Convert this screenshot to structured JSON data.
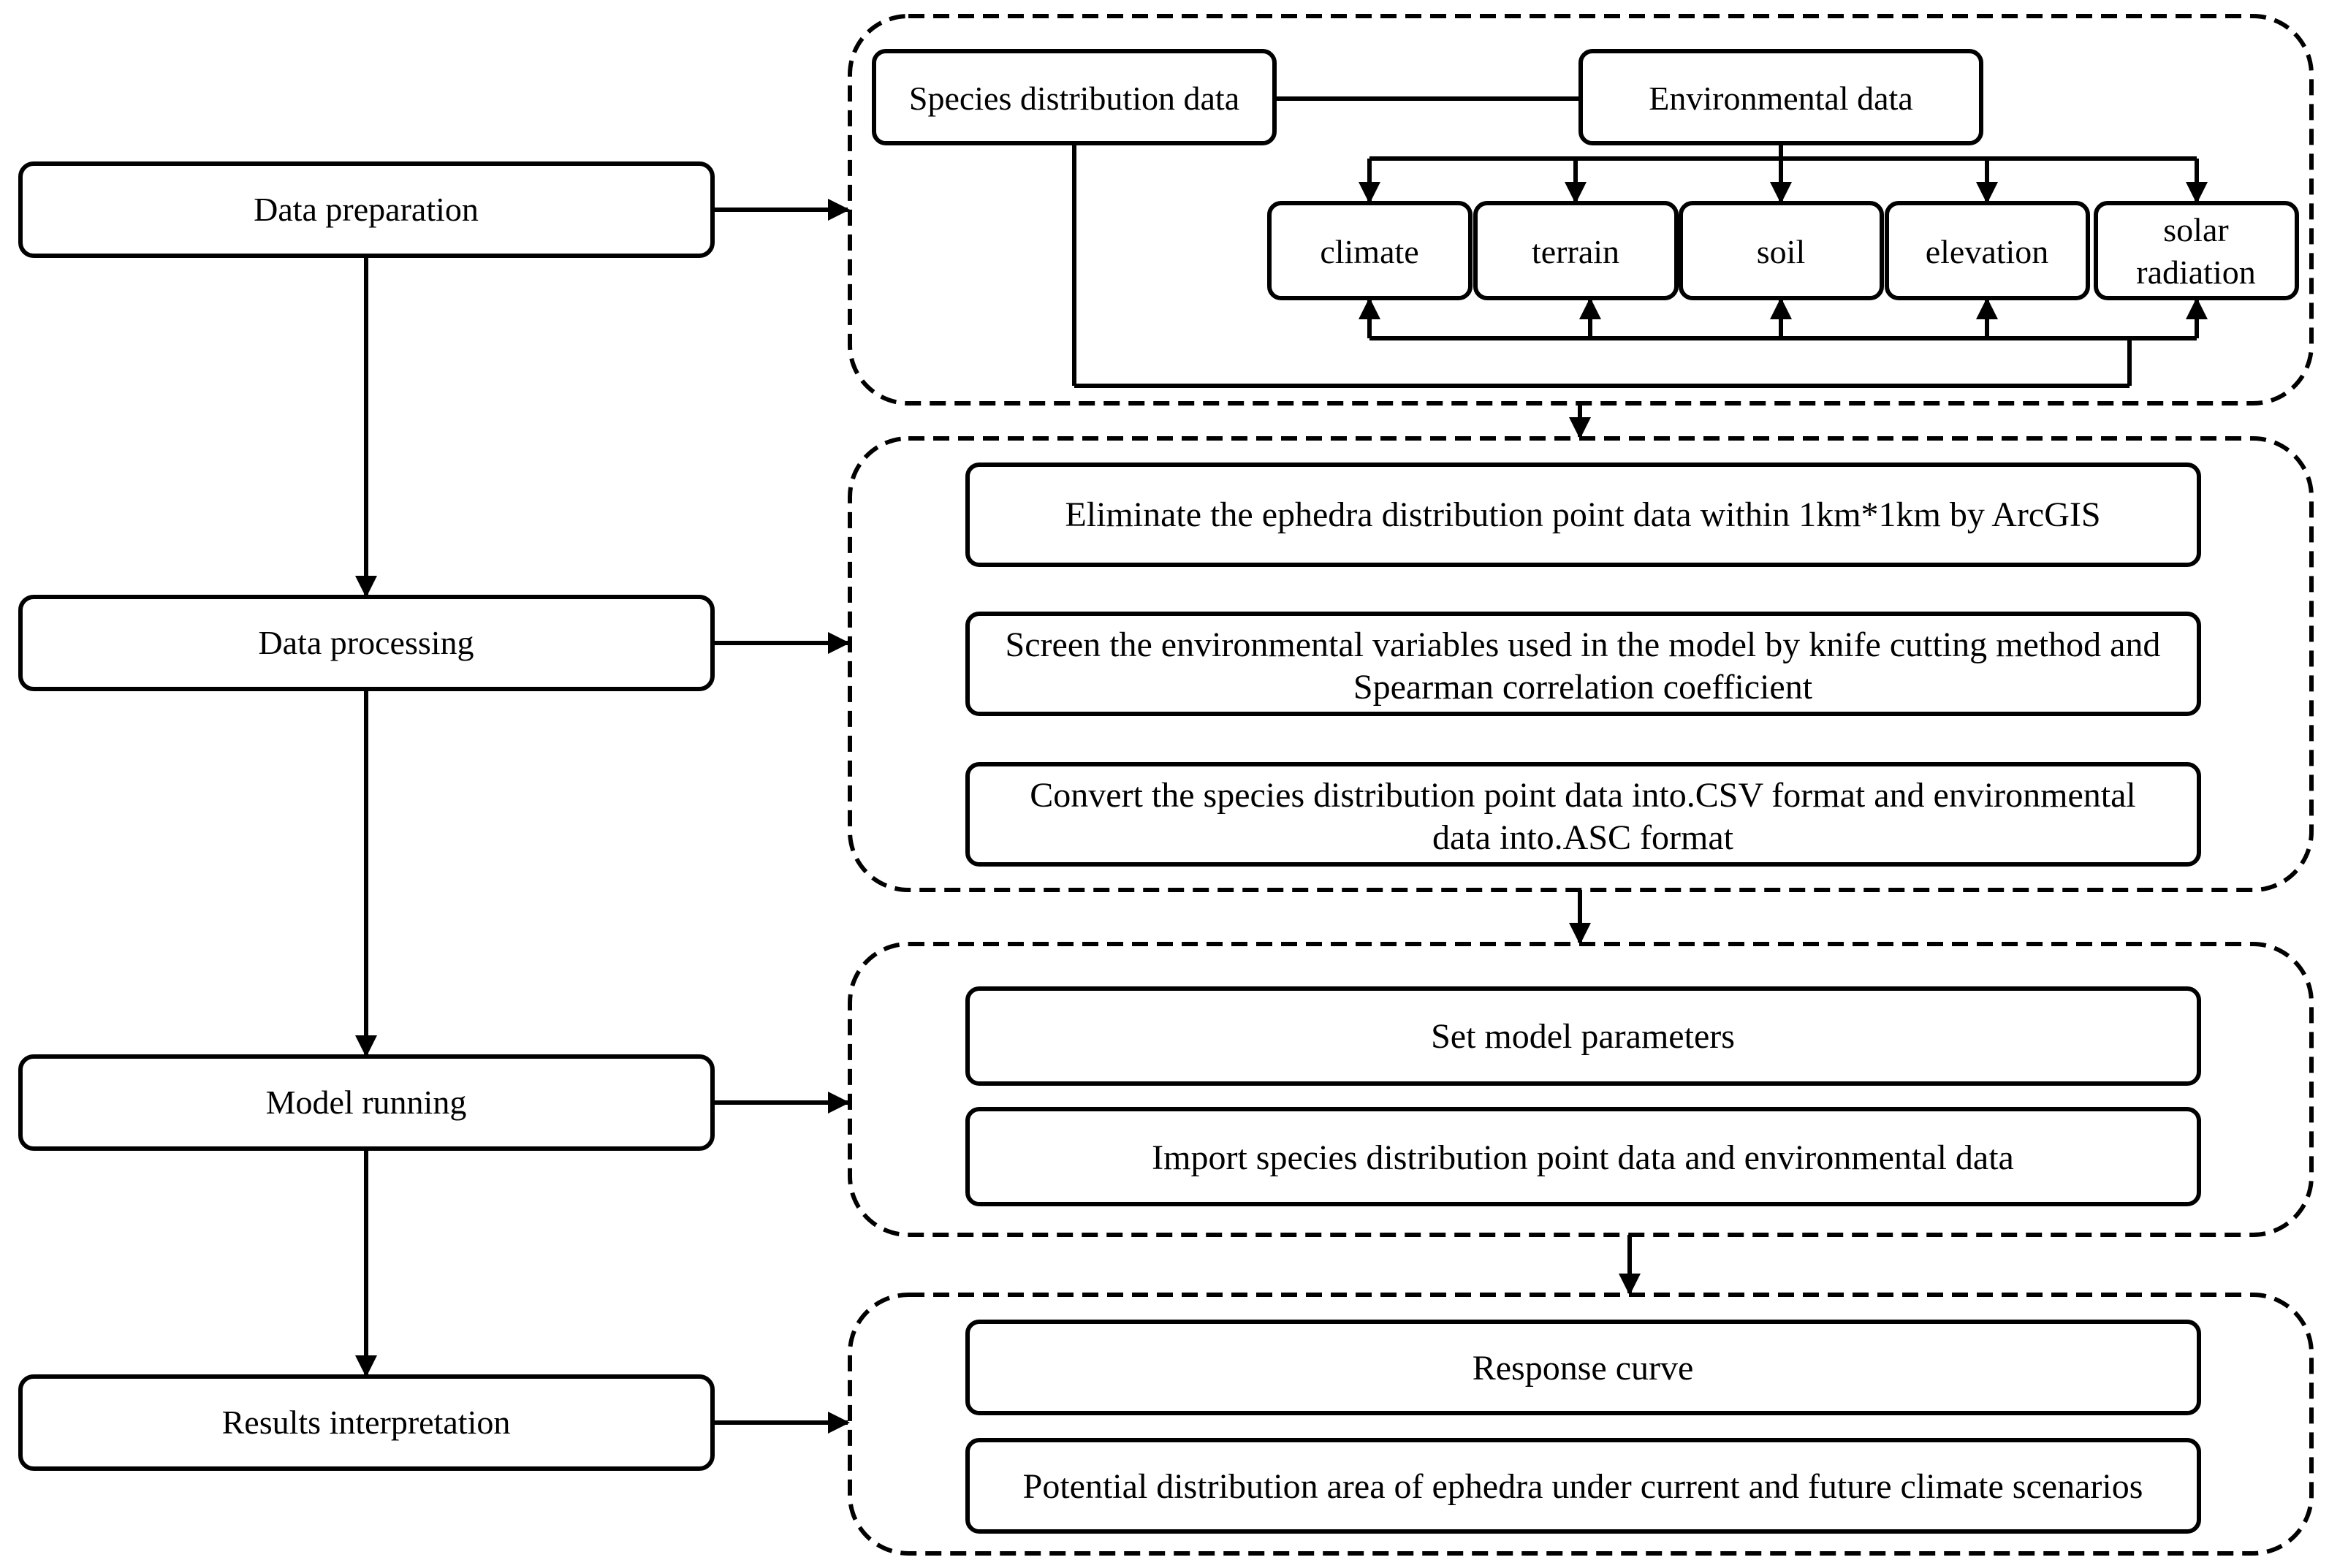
{
  "stages": {
    "prep": "Data preparation",
    "proc": "Data processing",
    "model": "Model running",
    "results": "Results interpretation"
  },
  "preparation": {
    "species": "Species distribution data",
    "environmental": "Environmental data",
    "factors": {
      "climate": "climate",
      "terrain": "terrain",
      "soil": "soil",
      "elevation": "elevation",
      "solar_1": "solar",
      "solar_2": "radiation"
    }
  },
  "processing": {
    "step1": "Eliminate the ephedra distribution point data within 1km*1km by ArcGIS",
    "step2_line1": "Screen the environmental variables used in the model by knife cutting method and",
    "step2_line2": "Spearman correlation coefficient",
    "step3_line1": "Convert the species distribution point data into.CSV format and environmental",
    "step3_line2": "data into.ASC format"
  },
  "modeling": {
    "step1": "Set model parameters",
    "step2": "Import species distribution point data and environmental data"
  },
  "results": {
    "step1": "Response curve",
    "step2": "Potential distribution area of ephedra under current and future climate scenarios"
  }
}
